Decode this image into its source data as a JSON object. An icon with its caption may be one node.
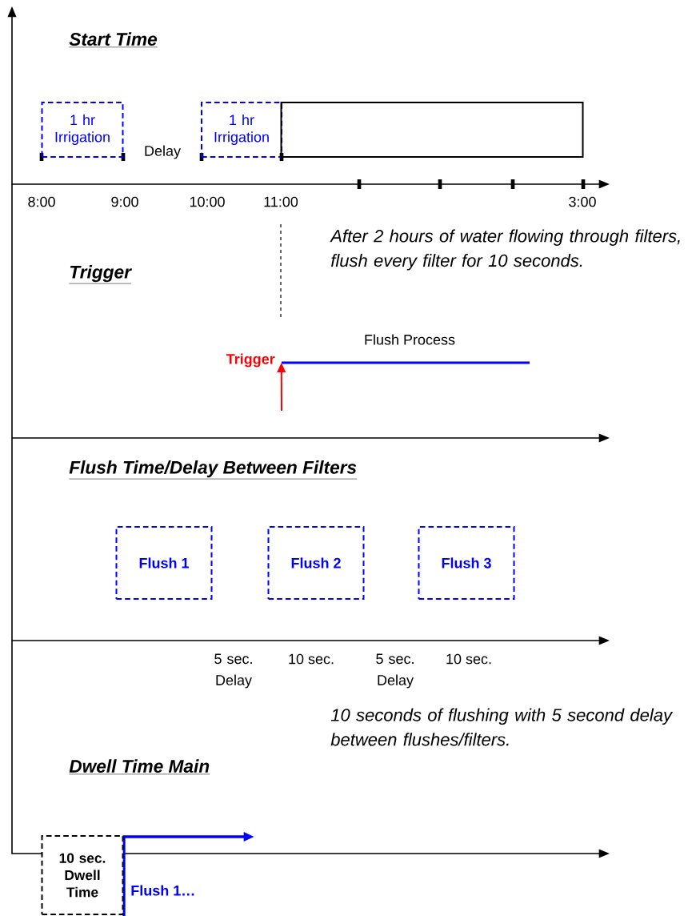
{
  "diagram": {
    "nodes": [
      {
        "text": [
          "1 hr Irrigation"
        ]
      },
      {
        "text": [
          "1 hr Irrigation"
        ]
      },
      {
        "text": [],
        "shape": "box"
      },
      {
        "text": [],
        "shape": "bar",
        "beside": [
          "Flush Process"
        ]
      },
      {
        "text": [
          "Flush 1"
        ]
      },
      {
        "text": [
          "Flush 2"
        ]
      },
      {
        "text": [
          "Flush 3"
        ]
      },
      {
        "text": [
          "10 sec. Dwell Time"
        ]
      }
    ],
    "edges": [
      {
        "from": null,
        "to": 3,
        "arrow": "to",
        "color": "#ff0000"
      }
    ],
    "labels": [
      "Start Time",
      "Delay",
      "8:00",
      "9:00",
      "10:00",
      "11:00",
      "3:00",
      "After 2 hours of water flowing through filters, flush every filter for 10 seconds.",
      "Trigger",
      "Trigger",
      "Flush Time/Delay Between Filters",
      "5 sec. Delay",
      "10 sec.",
      "5 sec. Delay",
      "10 sec.",
      "10 seconds of flushing with 5 second delay between flushes/filters.",
      "Dwell Time Main",
      "Flush 1…"
    ]
  }
}
